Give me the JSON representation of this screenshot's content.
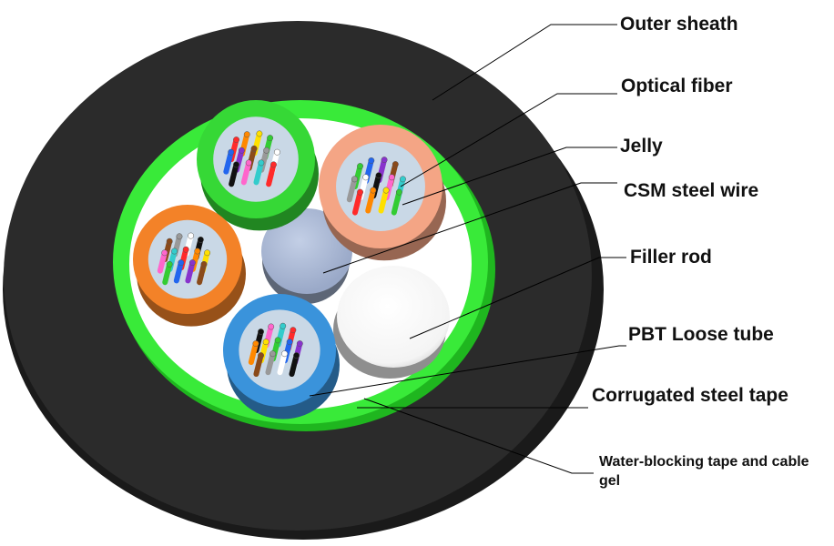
{
  "labels": {
    "outer_sheath": "Outer sheath",
    "optical_fiber": "Optical fiber",
    "jelly": "Jelly",
    "csm_steel_wire": "CSM steel wire",
    "filler_rod": "Filler rod",
    "pbt_loose_tube": "PBT Loose tube",
    "corrugated_steel_tape": "Corrugated steel tape",
    "water_blocking_tape": "Water-blocking tape and cable gel"
  },
  "colors": {
    "outer_sheath": "#2b2b2b",
    "armor_ring": "#33e633",
    "cable_interior": "#ffffff",
    "csm_steel_wire": "#a9b8d6",
    "filler_rod": "#ffffff",
    "leader_lines": "#000000",
    "tubes": [
      {
        "name": "green-tube",
        "color": "#36d836"
      },
      {
        "name": "salmon-tube",
        "color": "#f4a585"
      },
      {
        "name": "orange-tube",
        "color": "#f38228"
      },
      {
        "name": "blue-tube",
        "color": "#3a93db"
      }
    ],
    "fibers": [
      "#ff2a2a",
      "#ff8800",
      "#ffe000",
      "#33cc33",
      "#2266ee",
      "#8833cc",
      "#8a4a1a",
      "#999999",
      "#ffffff",
      "#111111",
      "#ff66cc",
      "#33cccc"
    ]
  }
}
